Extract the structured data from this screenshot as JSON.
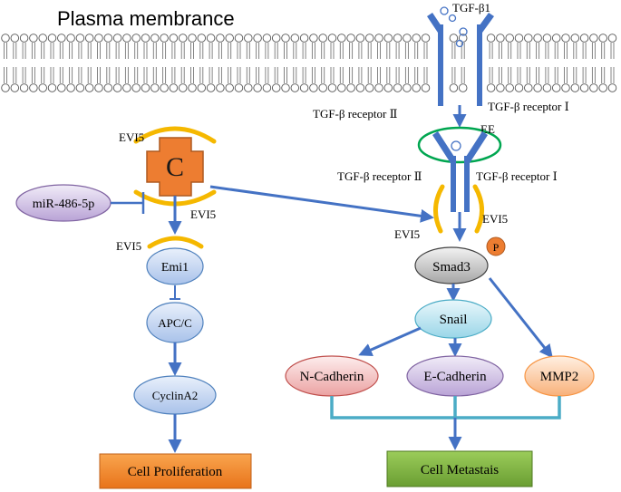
{
  "diagram": {
    "membrane_label": "Plasma membrance",
    "ligand": "TGF-β1",
    "receptor_ii_top": "TGF-β receptor Ⅱ",
    "receptor_i_top": "TGF-β receptor Ⅰ",
    "ee_label": "EE",
    "receptor_ii_mid": "TGF-β receptor Ⅱ",
    "receptor_i_mid": "TGF-β receptor Ⅰ",
    "evi5_labels": [
      "EVI5",
      "EVI5",
      "EVI5",
      "EVI5",
      "EVI5"
    ],
    "complex_c": "C",
    "mirna": "miR-486-5p",
    "emi1": "Emi1",
    "apcc": "APC/C",
    "cyclina2": "CyclinA2",
    "cell_proliferation": "Cell Proliferation",
    "smad3": "Smad3",
    "phospho": "P",
    "snail": "Snail",
    "n_cadherin": "N-Cadherin",
    "e_cadherin": "E-Cadherin",
    "mmp2": "MMP2",
    "cell_metastasis": "Cell Metastais"
  },
  "colors": {
    "receptor_blue": "#4472c4",
    "evi5_yellow": "#f5b800",
    "complex_orange": "#ed7d31",
    "ee_green": "#00a650",
    "connector_teal": "#4bacc6",
    "proliferation_orange": "#f79646",
    "metastasis_green": "#77b042"
  }
}
